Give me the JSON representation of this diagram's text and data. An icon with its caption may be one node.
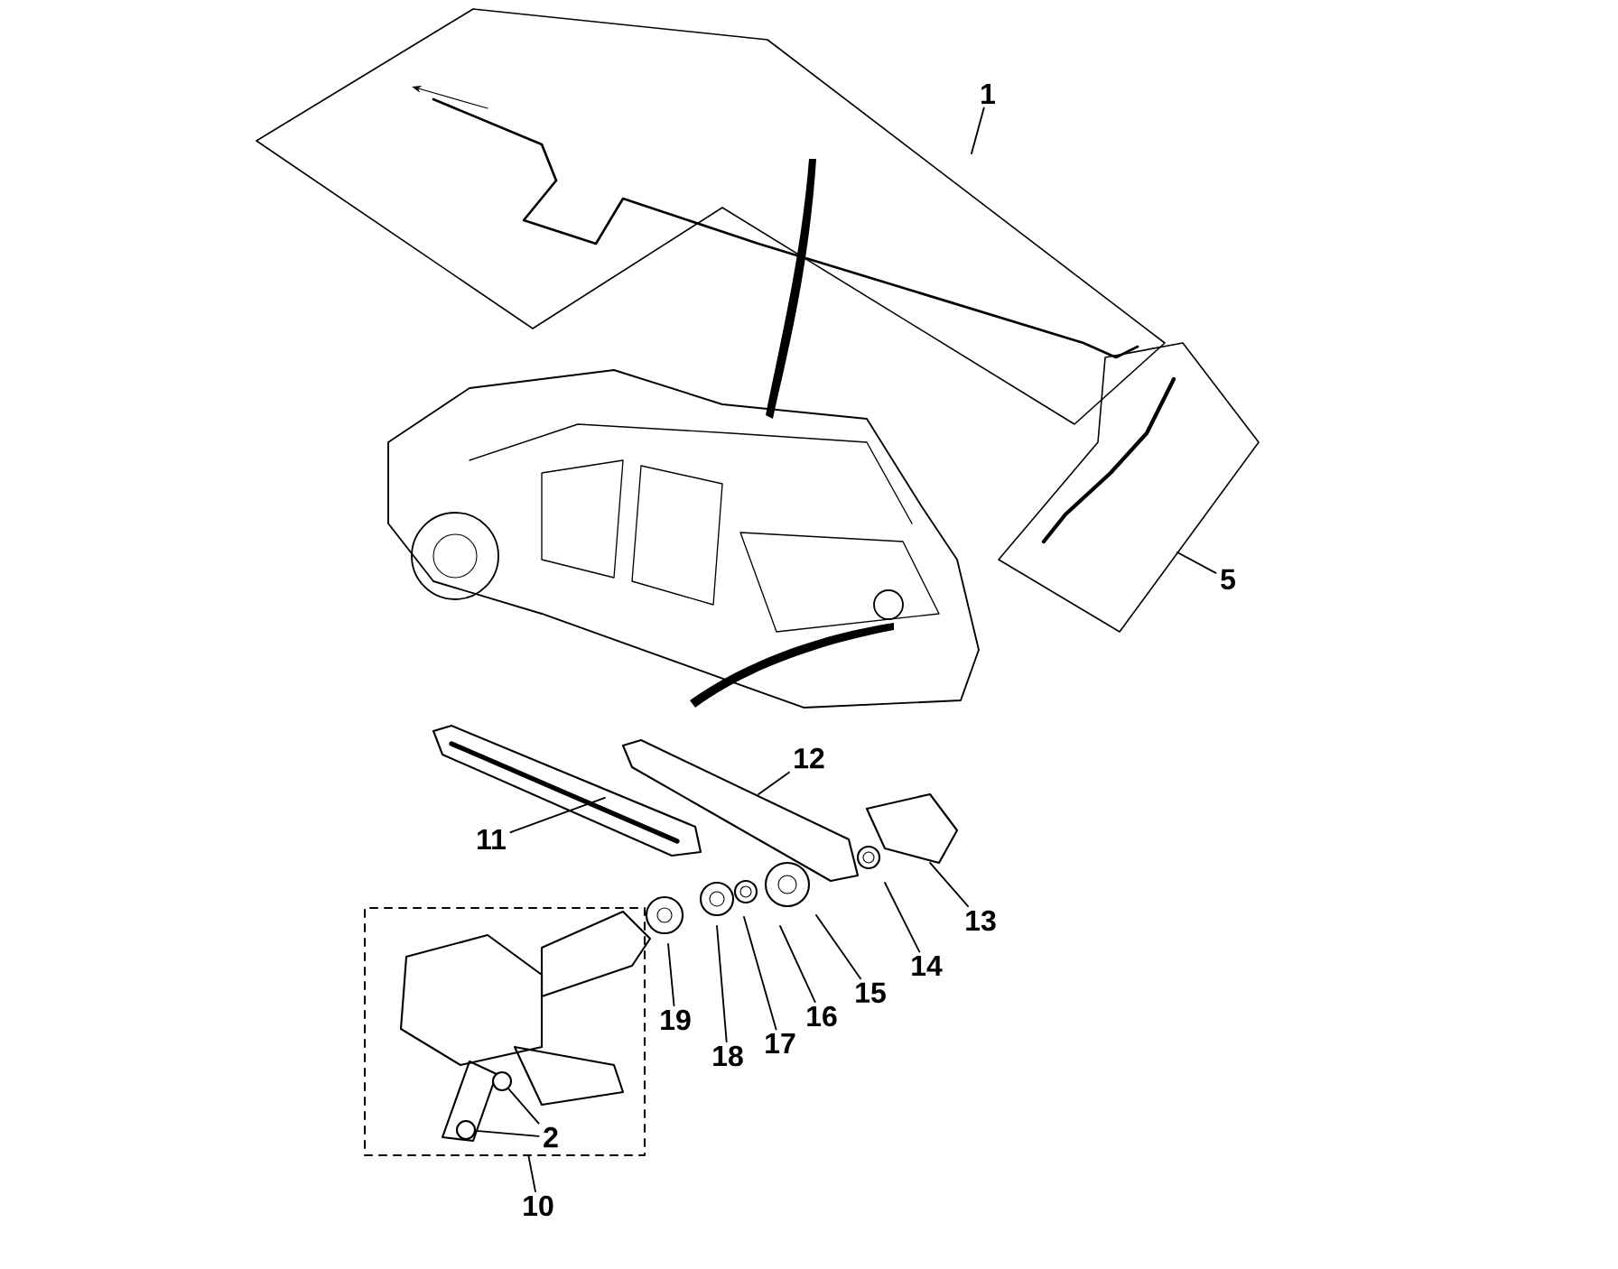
{
  "diagram": {
    "nodes": [
      {
        "text": [
          "1"
        ]
      },
      {
        "text": [
          "5"
        ]
      },
      {
        "text": [
          "11"
        ]
      },
      {
        "text": [
          "12"
        ]
      },
      {
        "text": [
          "13"
        ]
      },
      {
        "text": [
          "14"
        ]
      },
      {
        "text": [
          "15"
        ]
      },
      {
        "text": [
          "16"
        ]
      },
      {
        "text": [
          "17"
        ]
      },
      {
        "text": [
          "18"
        ]
      },
      {
        "text": [
          "19"
        ]
      },
      {
        "text": [
          "2"
        ],
        "in": 13
      },
      {
        "text": [
          "10"
        ]
      },
      {
        "text": [],
        "shape": "box"
      },
      {
        "text": [],
        "shape": "circle",
        "in": 13
      },
      {
        "text": [],
        "shape": "circle",
        "in": 13
      }
    ],
    "edges": [
      {
        "from": 0,
        "to": null,
        "arrow": "none"
      },
      {
        "from": 1,
        "to": null,
        "arrow": "none"
      },
      {
        "from": 2,
        "to": null,
        "arrow": "none"
      },
      {
        "from": 3,
        "to": null,
        "arrow": "none"
      },
      {
        "from": 4,
        "to": null,
        "arrow": "none"
      },
      {
        "from": 5,
        "to": null,
        "arrow": "none"
      },
      {
        "from": 6,
        "to": null,
        "arrow": "none"
      },
      {
        "from": 7,
        "to": null,
        "arrow": "none"
      },
      {
        "from": 8,
        "to": null,
        "arrow": "none"
      },
      {
        "from": 9,
        "to": null,
        "arrow": "none"
      },
      {
        "from": 10,
        "to": null,
        "arrow": "none"
      },
      {
        "from": 11,
        "to": 14,
        "arrow": "none"
      },
      {
        "from": 11,
        "to": 15,
        "arrow": "none"
      },
      {
        "from": 12,
        "to": 13,
        "arrow": "none"
      }
    ]
  }
}
